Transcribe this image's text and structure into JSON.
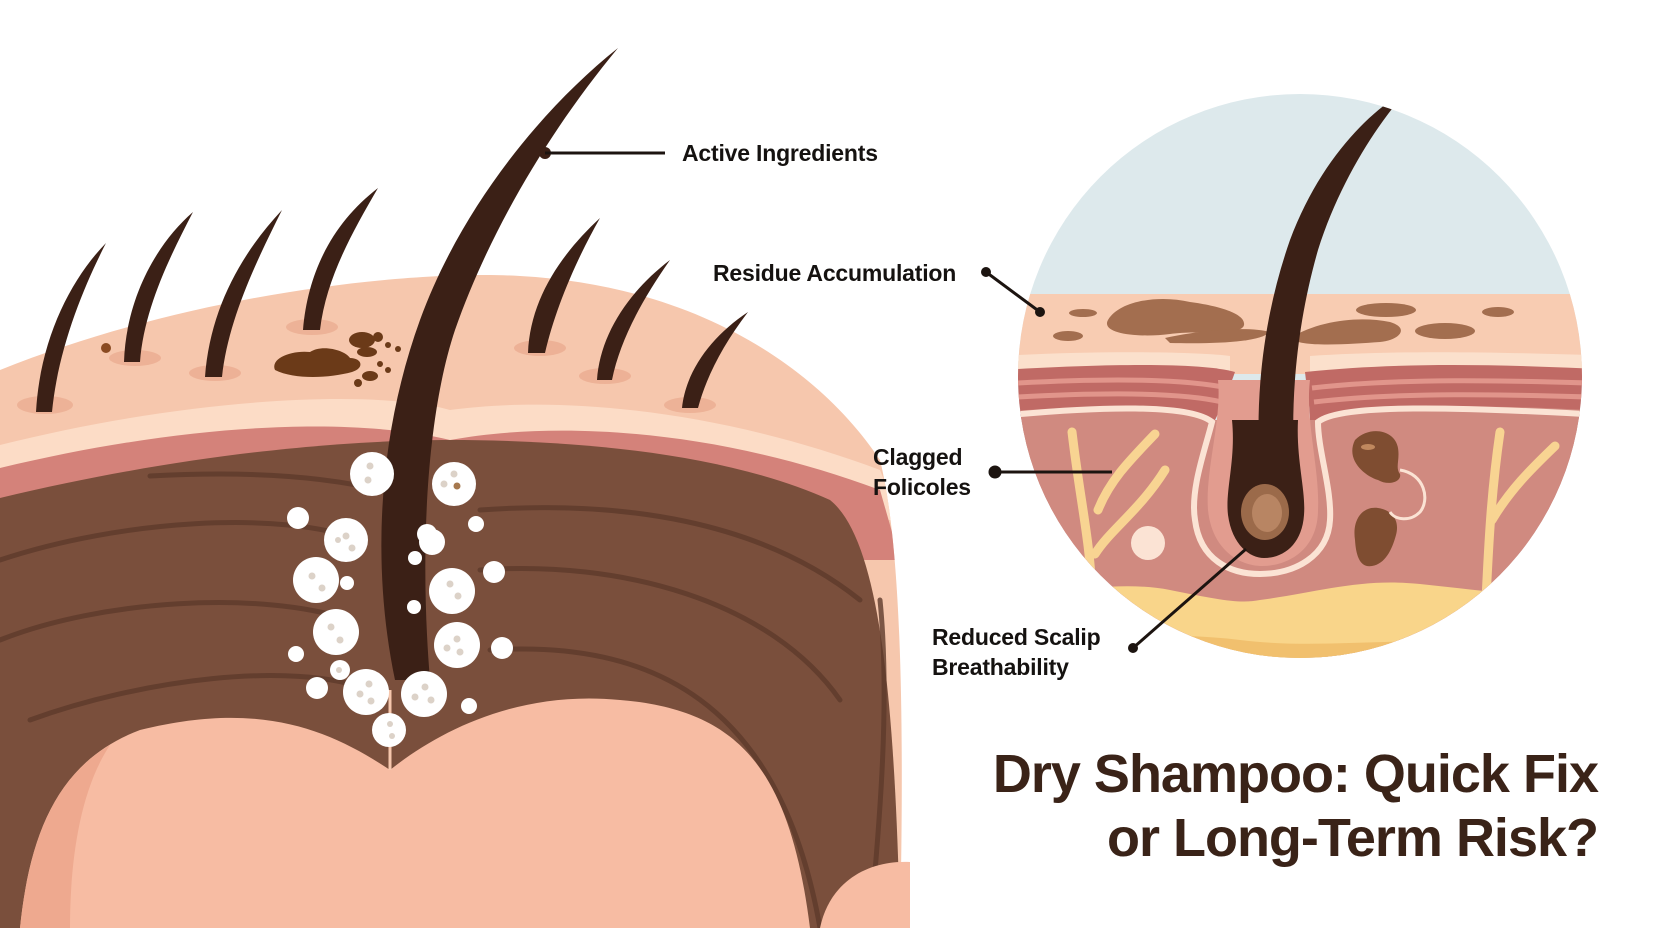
{
  "title": {
    "line1": "Dry Shampoo: Quick Fix",
    "line2": "or Long-Term Risk?"
  },
  "labels": {
    "active_ingredients": "Active Ingredients",
    "residue_accumulation": "Residue Accumulation",
    "clogged_follicles_line1": "Clagged",
    "clogged_follicles_line2": "Folicoles",
    "reduced_breathability_line1": "Reduced Scalip",
    "reduced_breathability_line2": "Breathability"
  },
  "illustrations": {
    "left": "head-scalp-with-dry-shampoo-residue",
    "right": "scalp-cross-section-magnified-circle"
  },
  "colors": {
    "background": "#ffffff",
    "hair": "#3b2016",
    "hair_mass": "#7a4f3c",
    "hair_lines": "#5e3a2b",
    "scalp": "#f6c7ad",
    "scalp_light": "#fcdcc6",
    "dermis": "#d4827a",
    "dermis_dark": "#c06a65",
    "skin_face": "#f7bca3",
    "residue": "#6b3a18",
    "residue_light": "#a86f4c",
    "powder": "#ffffff",
    "powder_dots": "#dcd2c8",
    "sky": "#dde9ec",
    "deep_tissue": "#d08a80",
    "fat": "#f9d58a",
    "fat_dark": "#f1c06e",
    "nerve": "#f8d492",
    "title": "#3a2318",
    "label": "#151210"
  }
}
